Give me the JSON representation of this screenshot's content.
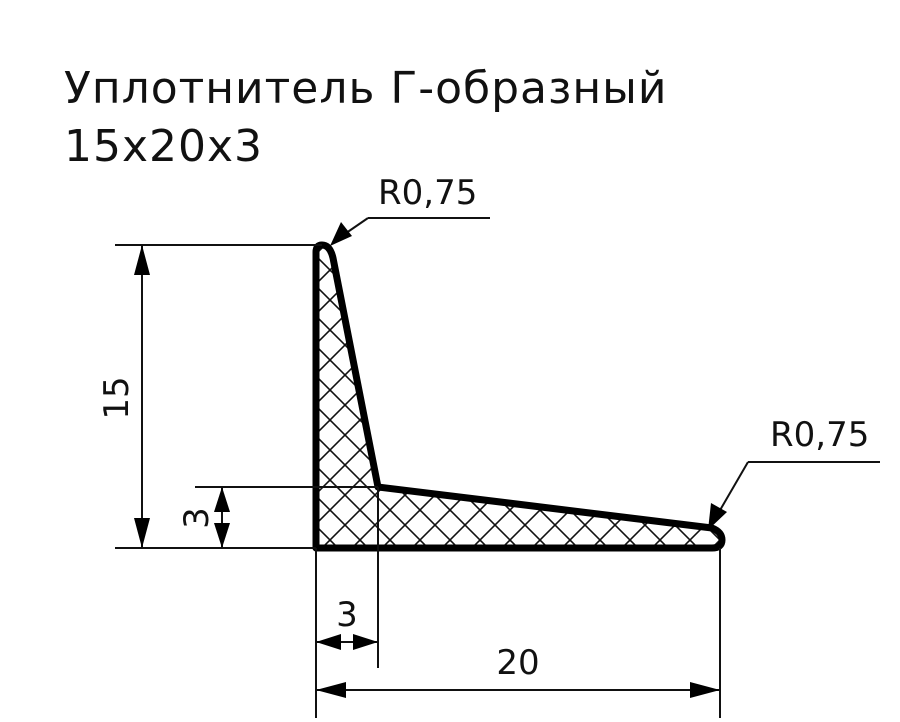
{
  "title": {
    "line1": "Уплотнитель Г-образный",
    "line2": "15x20x3"
  },
  "dimensions": {
    "height": "15",
    "base_thickness": "3",
    "wall_thickness": "3",
    "width": "20",
    "radius_top": "R0,75",
    "radius_right": "R0,75"
  },
  "colors": {
    "line": "#000000",
    "background": "#ffffff"
  }
}
